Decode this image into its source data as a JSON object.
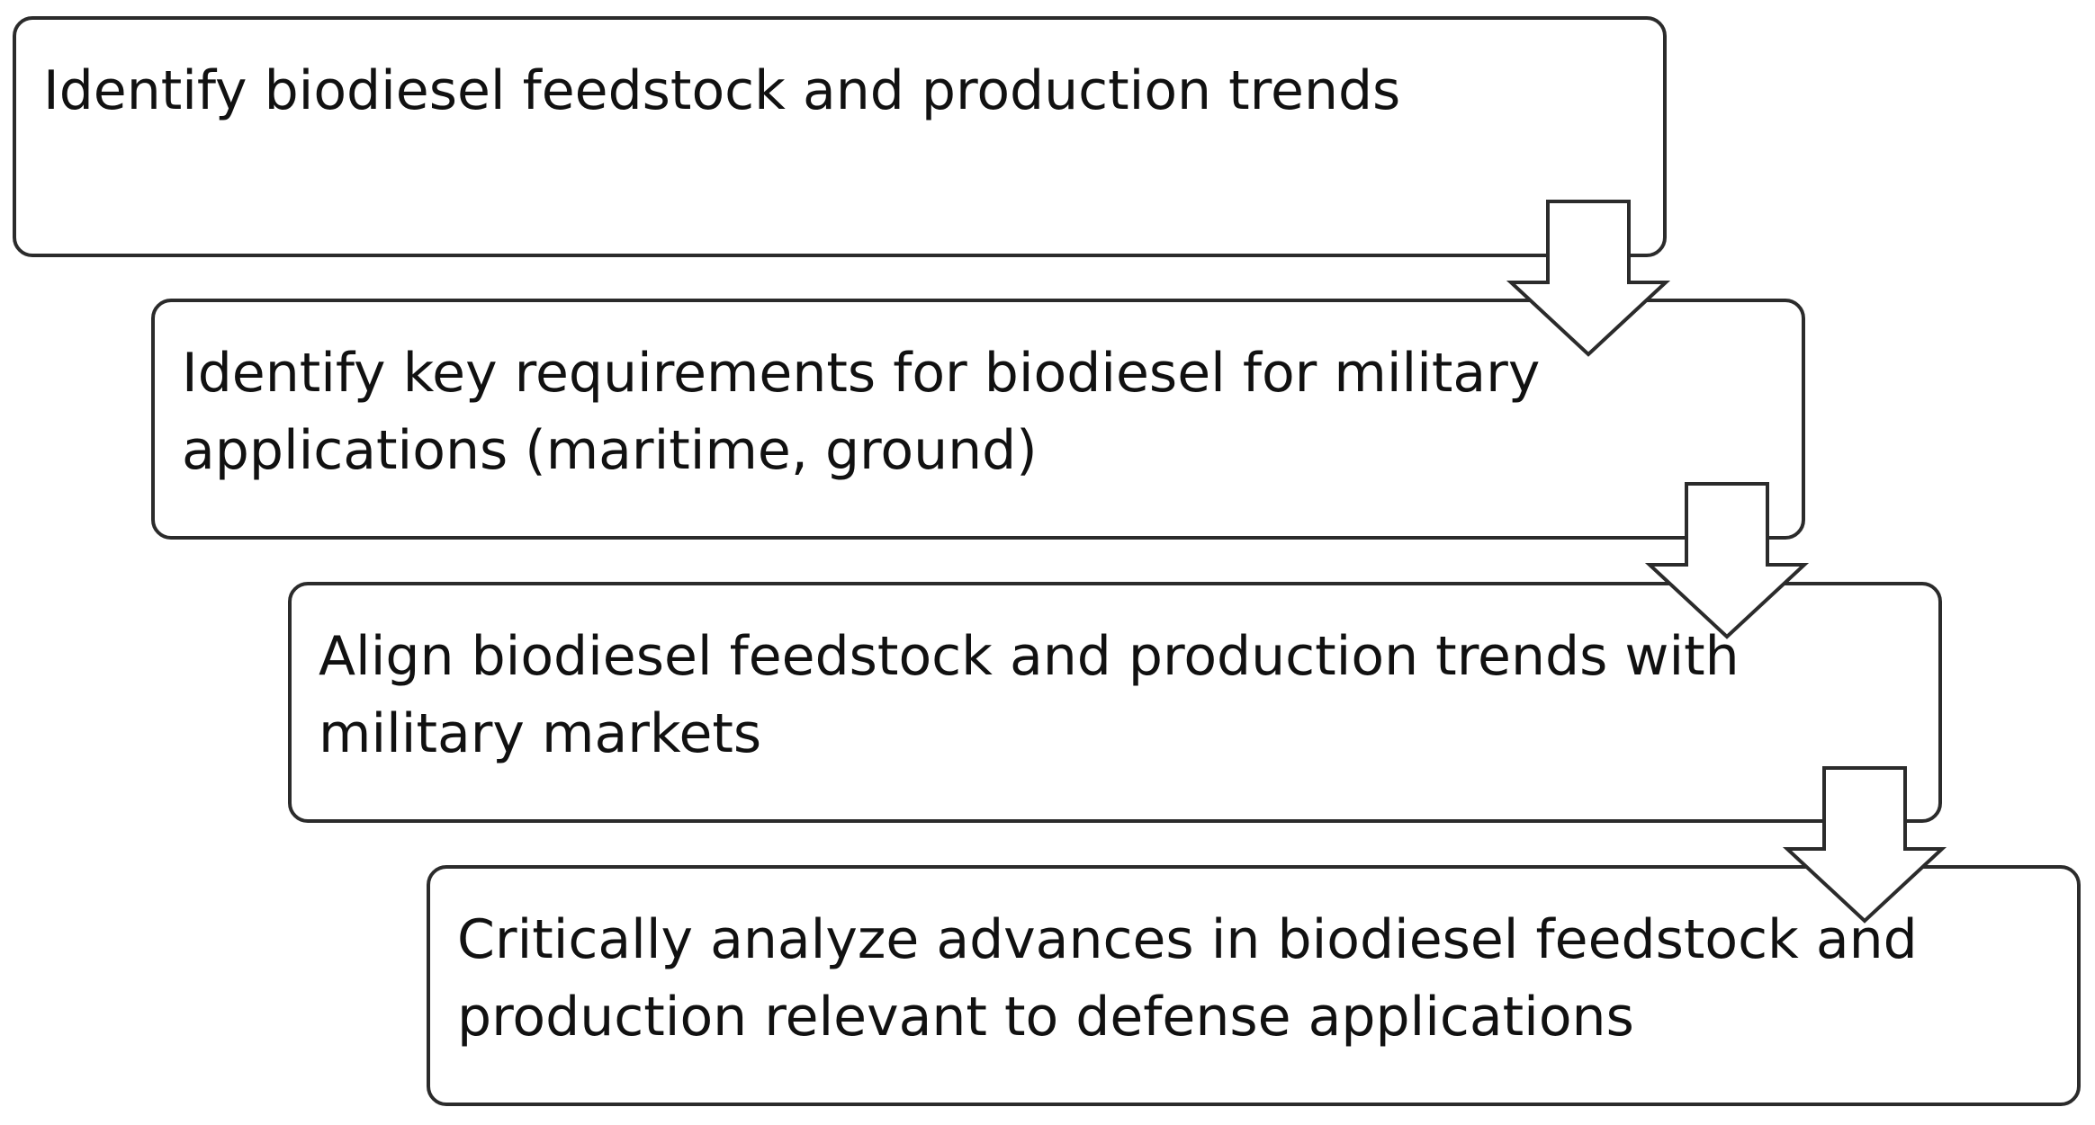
{
  "flow": {
    "steps": [
      {
        "text": "Identify biodiesel feedstock and production trends"
      },
      {
        "text": "Identify key requirements for biodiesel for military applications (maritime, ground)"
      },
      {
        "text": "Align biodiesel feedstock and production trends with military markets"
      },
      {
        "text": "Critically analyze advances in biodiesel feedstock and production relevant to defense applications"
      }
    ],
    "connector_icon": "down-arrow-icon",
    "colors": {
      "border": "#2b2b2b",
      "text": "#111111",
      "background": "#ffffff",
      "arrow_fill": "#ffffff"
    }
  }
}
